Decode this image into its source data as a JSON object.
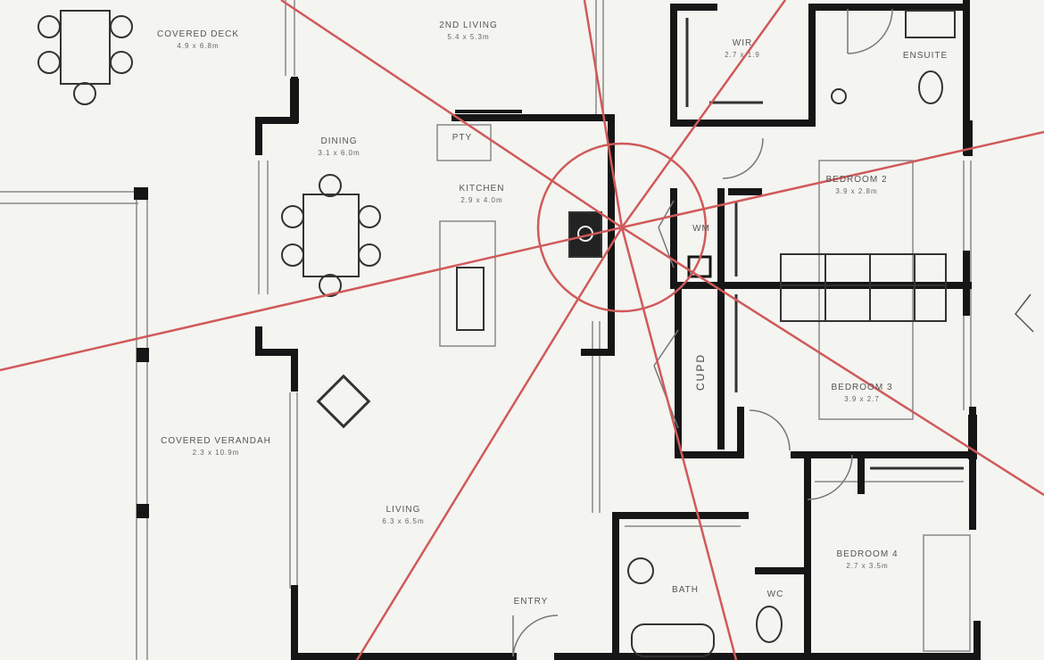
{
  "rooms": {
    "covered_deck": {
      "name": "COVERED DECK",
      "dims": "4.9 x 6.8m"
    },
    "second_living": {
      "name": "2ND LIVING",
      "dims": "5.4 x 5.3m"
    },
    "wir": {
      "name": "WIR",
      "dims": "2.7 x 1.9"
    },
    "ensuite": {
      "name": "ENSUITE",
      "dims": ""
    },
    "dining": {
      "name": "DINING",
      "dims": "3.1 x 6.0m"
    },
    "kitchen": {
      "name": "KITCHEN",
      "dims": "2.9 x 4.0m"
    },
    "pty": {
      "name": "PTY",
      "dims": ""
    },
    "bedroom2": {
      "name": "BEDROOM 2",
      "dims": "3.9 x 2.8m"
    },
    "wm": {
      "name": "WM",
      "dims": ""
    },
    "bedroom3": {
      "name": "BEDROOM 3",
      "dims": "3.9 x 2.7"
    },
    "cupd": {
      "name": "CUPD",
      "dims": ""
    },
    "covered_verandah": {
      "name": "COVERED VERANDAH",
      "dims": "2.3 x 10.9m"
    },
    "living": {
      "name": "LIVING",
      "dims": "6.3 x 6.5m"
    },
    "bath": {
      "name": "BATH",
      "dims": ""
    },
    "wc": {
      "name": "WC",
      "dims": ""
    },
    "bedroom4": {
      "name": "BEDROOM 4",
      "dims": "2.7 x 3.5m"
    },
    "entry": {
      "name": "ENTRY",
      "dims": ""
    }
  },
  "colors": {
    "wall": "#161616",
    "thin_line": "#888888",
    "sector_line": "#d05a5a",
    "paper": "#f4f4f1"
  }
}
